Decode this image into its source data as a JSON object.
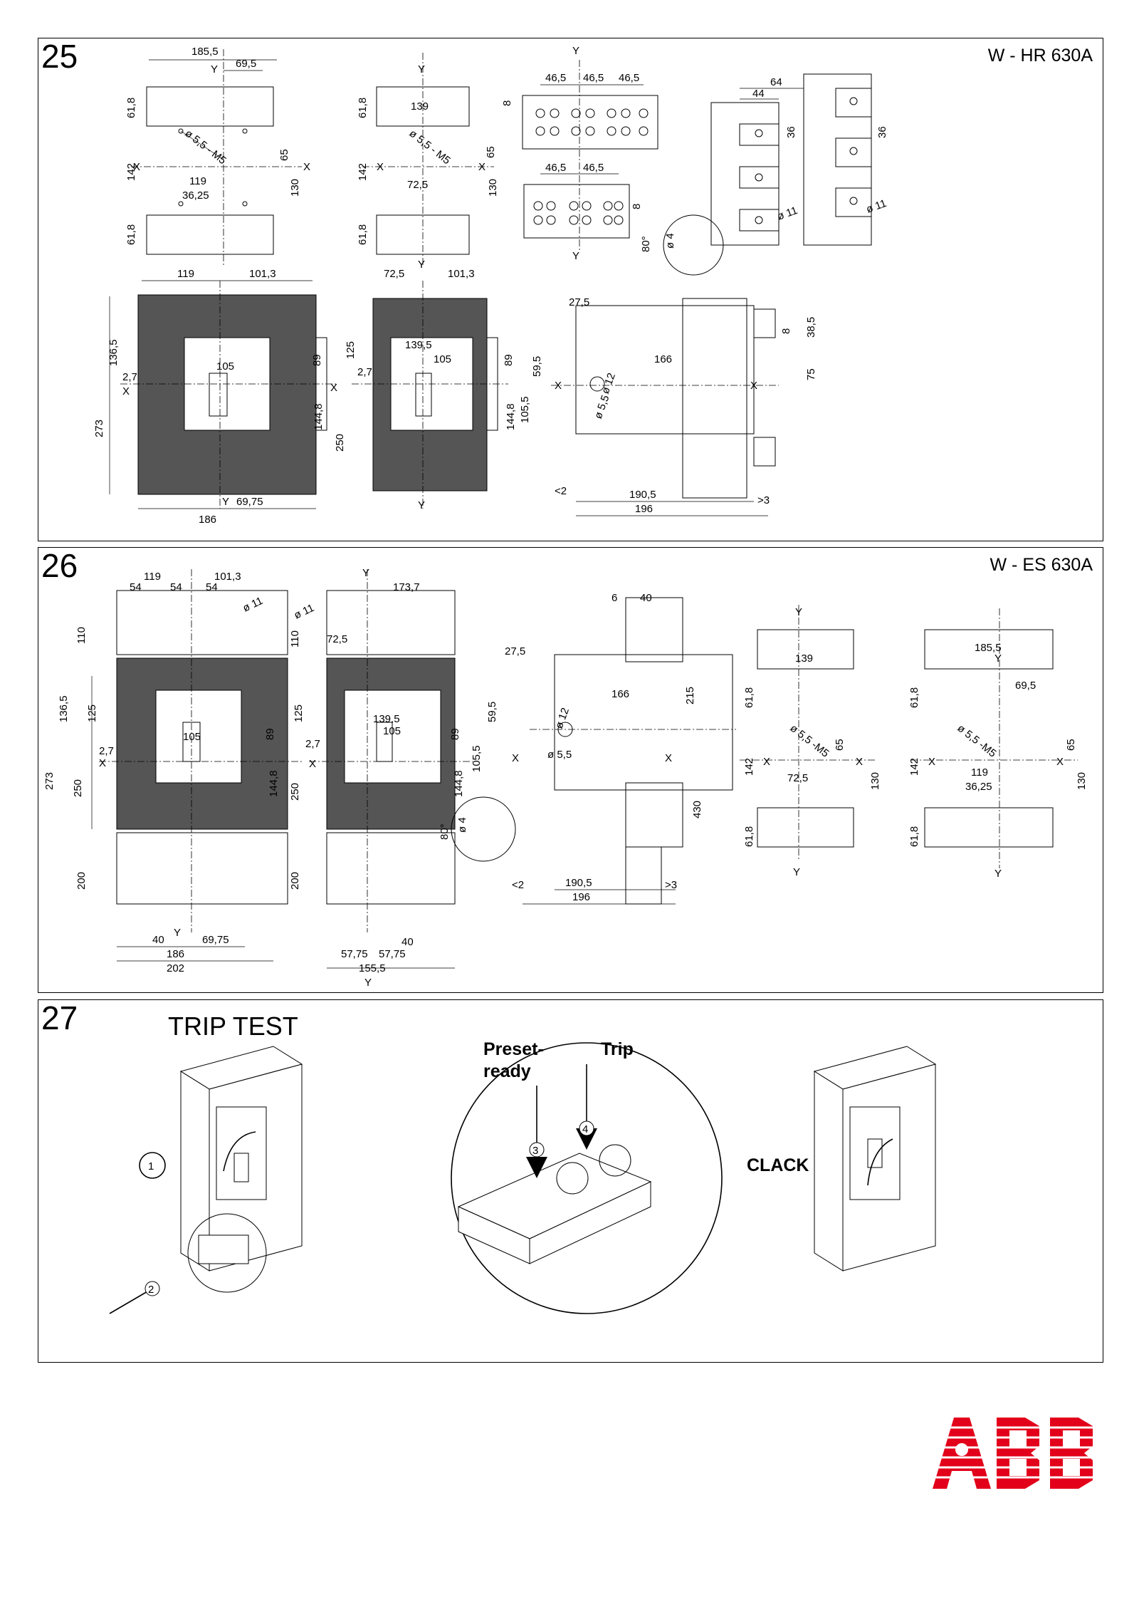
{
  "panels": [
    {
      "number": "25",
      "model": "W - HR 630A"
    },
    {
      "number": "26",
      "model": "W - ES 630A"
    },
    {
      "number": "27",
      "title": "TRIP TEST"
    }
  ],
  "panel25": {
    "drilling1": {
      "w": "185,5",
      "half": "69,5",
      "top": "61,8",
      "mid": "142",
      "bot": "61,8",
      "hole": "ø 5,5 - M5",
      "h65": "65",
      "h130": "130",
      "w119": "119",
      "w3625": "36,25",
      "x": "X",
      "y": "Y"
    },
    "drilling2": {
      "w": "139",
      "top": "61,8",
      "mid": "142",
      "bot": "61,8",
      "hole": "ø 5,5 - M5",
      "h65": "65",
      "h130": "130",
      "w725": "72,5",
      "x": "X",
      "y": "Y"
    },
    "terminals": {
      "p1": "46,5",
      "p2": "46,5",
      "p3": "46,5",
      "q1": "46,5",
      "q2": "46,5",
      "d8a": "8",
      "d8b": "8",
      "ang": "80°",
      "d4": "ø 4",
      "y": "Y"
    },
    "bars": {
      "w64": "64",
      "w44": "44",
      "h36a": "36",
      "h36b": "36",
      "d11a": "ø 11",
      "d11b": "ø 11"
    },
    "front4": {
      "w119": "119",
      "w1013": "101,3",
      "h1365": "136,5",
      "w105": "105",
      "w27": "2,7",
      "h273": "273",
      "h89": "89",
      "h1448": "144,8",
      "w186": "186",
      "w6975": "69,75",
      "x": "X",
      "y": "Y"
    },
    "front3": {
      "w725": "72,5",
      "w1013": "101,3",
      "h125": "125",
      "w1395": "139,5",
      "w105": "105",
      "w27": "2,7",
      "h250": "250",
      "h89": "89",
      "h1448": "144,8",
      "x": "X",
      "y": "Y"
    },
    "side": {
      "w275": "27,5",
      "h595": "59,5",
      "h1055": "105,5",
      "w166": "166",
      "d12": "ø 12",
      "d55": "ø 5,5",
      "h8": "8",
      "h385": "38,5",
      "h75": "75",
      "w1905": "190,5",
      "w196": "196",
      "lt2": "<2",
      "gt3": ">3",
      "x": "X"
    }
  },
  "panel26": {
    "front4": {
      "w119": "119",
      "w1013": "101,3",
      "p54a": "54",
      "p54b": "54",
      "p54c": "54",
      "d11": "ø 11",
      "h110": "110",
      "h1365": "136,5",
      "h125": "125",
      "w105": "105",
      "w27": "2,7",
      "h273": "273",
      "h250": "250",
      "h89": "89",
      "h1448": "144,8",
      "h200": "200",
      "w40": "40",
      "w6975": "69,75",
      "w186": "186",
      "w202": "202",
      "x": "X",
      "y": "Y"
    },
    "front3": {
      "w1737": "173,7",
      "d11": "ø 11",
      "w725": "72,5",
      "h110": "110",
      "h125": "125",
      "w1395": "139,5",
      "w105": "105",
      "w27": "2,7",
      "h250": "250",
      "h89": "89",
      "h1448": "144,8",
      "h200": "200",
      "w40": "40",
      "w5775a": "57,75",
      "w5775b": "57,75",
      "w1555": "155,5",
      "ang": "80°",
      "d4": "ø 4",
      "x": "X",
      "y": "Y"
    },
    "side": {
      "w6": "6",
      "w40": "40",
      "w275": "27,5",
      "h595": "59,5",
      "h1055": "105,5",
      "w166": "166",
      "d12": "ø 12",
      "d55": "ø 5,5",
      "h215": "215",
      "h430": "430",
      "w1905": "190,5",
      "w196": "196",
      "lt2": "<2",
      "gt3": ">3",
      "x": "X"
    },
    "drilling2": {
      "w": "139",
      "top": "61,8",
      "mid": "142",
      "bot": "61,8",
      "hole": "ø 5,5 -M5",
      "h65": "65",
      "h130": "130",
      "w725": "72,5",
      "x": "X",
      "y": "Y"
    },
    "drilling1": {
      "w": "185,5",
      "half": "69,5",
      "top": "61,8",
      "mid": "142",
      "bot": "61,8",
      "hole": "ø 5,5 -M5",
      "h65": "65",
      "h130": "130",
      "w119": "119",
      "w3625": "36,25",
      "x": "X",
      "y": "Y"
    }
  },
  "panel27": {
    "step1": "1",
    "step2": "2",
    "step3": "3",
    "step4": "4",
    "preset": "Preset-",
    "ready": "ready",
    "trip": "Trip",
    "clack": "CLACK"
  },
  "brand": {
    "logo": "ABB",
    "color": "#e2001a"
  }
}
